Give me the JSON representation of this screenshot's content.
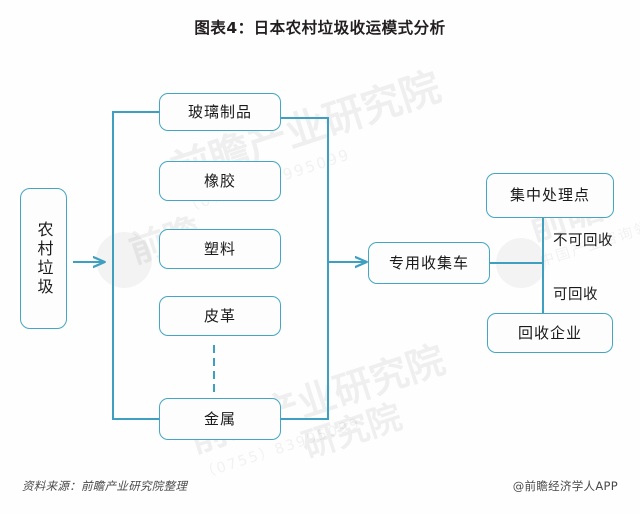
{
  "chart_title": "图表4：日本农村垃圾收运模式分析",
  "colors": {
    "box_border": "#45a6c4",
    "line": "#3f9fc0",
    "text": "#1a1a1a",
    "title_text": "#231f20",
    "footer_text": "#4a4a4a",
    "background": "#ffffff"
  },
  "nodes": {
    "source": {
      "label": "农村垃圾",
      "orientation": "vertical"
    },
    "waste_types": [
      {
        "label": "玻璃制品"
      },
      {
        "label": "橡胶"
      },
      {
        "label": "塑料"
      },
      {
        "label": "皮革"
      },
      {
        "label": "金属"
      }
    ],
    "transport": {
      "label": "专用收集车"
    },
    "destinations": [
      {
        "label": "集中处理点"
      },
      {
        "label": "回收企业"
      }
    ]
  },
  "edge_labels": {
    "non_recyclable": "不可回收",
    "recyclable": "可回收"
  },
  "footer": {
    "source_note": "资料来源：前瞻产业研究院整理",
    "attribution": "@前瞻经济学人APP"
  },
  "watermarks": {
    "brand": "前瞻",
    "brand_sub": "中国产业咨询领跑者",
    "institute": "前瞻产业研究院",
    "institute_sub": "（0755）83995099",
    "research": "研究院"
  }
}
